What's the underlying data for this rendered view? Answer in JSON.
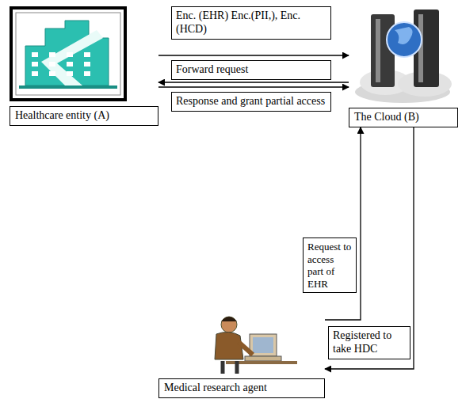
{
  "diagram": {
    "nodes": [
      {
        "text": [
          "Healthcare entity (A)"
        ]
      },
      {
        "text": [
          "The Cloud (B)"
        ]
      },
      {
        "text": [
          "Medical research agent"
        ]
      }
    ],
    "edges": [
      {
        "from": 0,
        "to": 1,
        "arrow": "to",
        "label": "Enc. (EHR) Enc.(PII,), Enc.(HCD)"
      },
      {
        "from": 1,
        "to": 0,
        "arrow": "to",
        "label": "Forward request"
      },
      {
        "from": 0,
        "to": 1,
        "arrow": "to",
        "label": "Response and grant partial access"
      },
      {
        "from": 2,
        "to": 1,
        "arrow": "to",
        "label": "Request to access part of EHR"
      },
      {
        "from": 1,
        "to": 2,
        "arrow": "to",
        "label": "Registered to take HDC"
      }
    ]
  }
}
